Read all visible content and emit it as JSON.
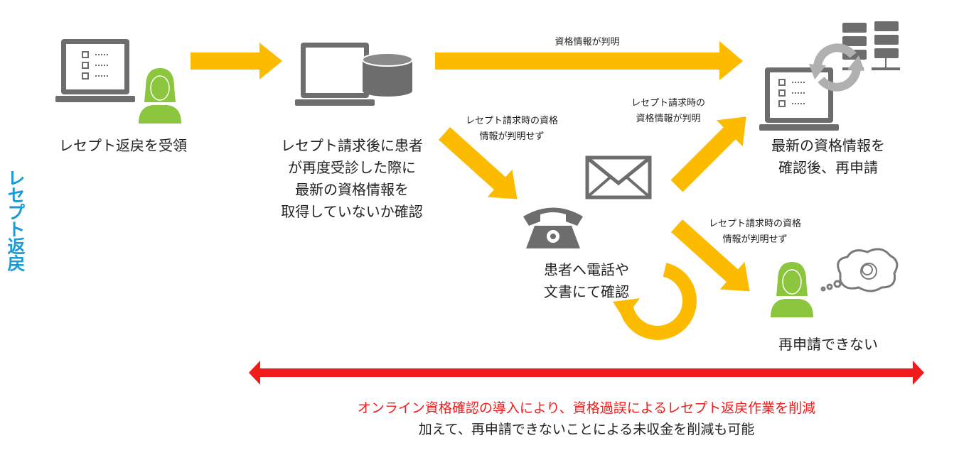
{
  "side_title": "レセプト返戻",
  "steps": {
    "receive": "レセプト返戻を受領",
    "check": [
      "レセプト請求後に患者",
      "が再度受診した際に",
      "最新の資格情報を",
      "取得していないか確認"
    ],
    "contact": [
      "患者へ電話や",
      "文書にて確認"
    ],
    "reapply": [
      "最新の資格情報を",
      "確認後、再申請"
    ],
    "cannot": "再申請できない"
  },
  "arrow_labels": {
    "top": "資格情報が判明",
    "down1": [
      "レセプト請求時の資格",
      "情報が判明せず"
    ],
    "up": [
      "レセプト請求時の",
      "資格情報が判明"
    ],
    "down2": [
      "レセプト請求時の資格",
      "情報が判明せず"
    ]
  },
  "footer": {
    "highlight": "オンライン資格確認の導入により、資格過誤によるレセプト返戻作業を削減",
    "note": "加えて、再申請できないことによる未収金を削減も可能"
  },
  "colors": {
    "arrow": "#fdbb00",
    "title": "#1a9ad6",
    "red": "#f21b1b",
    "person": "#8cc63f",
    "icon": "#6d6d6d"
  }
}
